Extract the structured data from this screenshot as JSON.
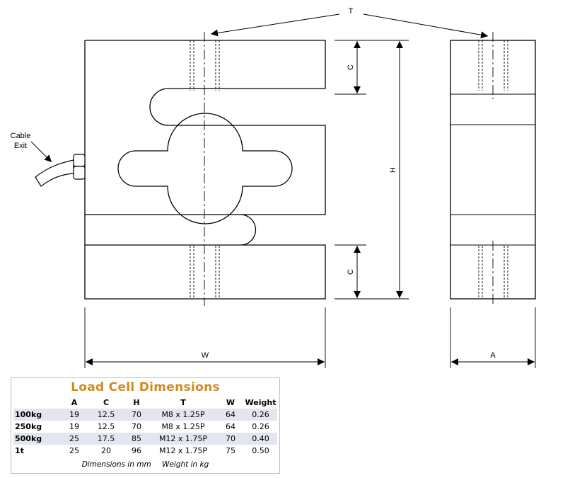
{
  "drawing": {
    "label_t": "T",
    "label_c_top": "C",
    "label_c_bottom": "C",
    "label_h": "H",
    "label_w": "W",
    "label_a": "A",
    "cable_exit_line1": "Cable",
    "cable_exit_line2": "Exit"
  },
  "table": {
    "title": "Load Cell Dimensions",
    "headers": [
      "",
      "A",
      "C",
      "H",
      "T",
      "W",
      "Weight"
    ],
    "rows": [
      [
        "100kg",
        "19",
        "12.5",
        "70",
        "M8 x 1.25P",
        "64",
        "0.26"
      ],
      [
        "250kg",
        "19",
        "12.5",
        "70",
        "M8 x 1.25P",
        "64",
        "0.26"
      ],
      [
        "500kg",
        "25",
        "17.5",
        "85",
        "M12 x 1.75P",
        "70",
        "0.40"
      ],
      [
        "1t",
        "25",
        "20",
        "96",
        "M12 x 1.75P",
        "75",
        "0.50"
      ]
    ],
    "footnote_dims": "Dimensions in mm",
    "footnote_weight": "Weight in kg"
  }
}
